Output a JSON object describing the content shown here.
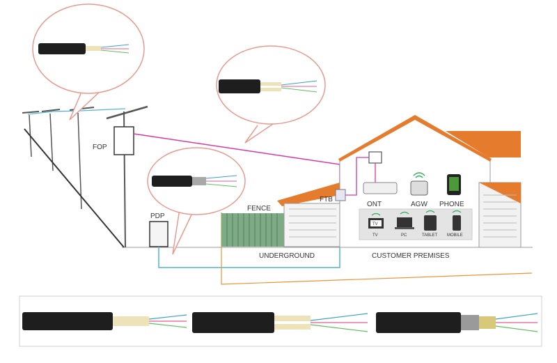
{
  "labels": {
    "fop": "FOP",
    "pdp": "PDP",
    "fence": "FENCE",
    "ftb": "FTB",
    "ont": "ONT",
    "agw": "AGW",
    "phone": "PHONE",
    "underground": "UNDERGROUND",
    "customer_premises": "CUSTOMER PREMISES"
  },
  "devices": [
    {
      "label": "TV",
      "icon": "tv-icon",
      "badge": "TV"
    },
    {
      "label": "PC",
      "icon": "pc-icon"
    },
    {
      "label": "TABLET",
      "icon": "tablet-icon"
    },
    {
      "label": "MOBILE",
      "icon": "mobile-icon"
    }
  ],
  "colors": {
    "drop_cable_line": "#d63aa0",
    "underground_line": "#52b3d9",
    "ground_line": "#e8943a",
    "roof": "#e57b2c",
    "callout_border": "#e79a8f",
    "cable_jacket": "#1e1e1e"
  }
}
